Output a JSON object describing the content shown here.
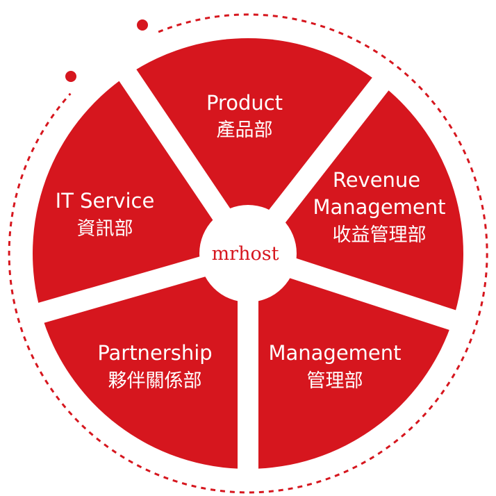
{
  "logo": {
    "text": "mrhost"
  },
  "segments": [
    {
      "label_en": "Product",
      "label_zh": "產品部"
    },
    {
      "label_en": "Revenue",
      "label_en_2": "Management",
      "label_zh": "收益管理部"
    },
    {
      "label_en": "Management",
      "label_zh": "管理部"
    },
    {
      "label_en": "Partnership",
      "label_zh": "夥伴關係部"
    },
    {
      "label_en": "IT Service",
      "label_zh": "資訊部"
    }
  ],
  "colors": {
    "segment": "#d6161e",
    "background": "#ffffff",
    "ring": "#d6161e"
  }
}
